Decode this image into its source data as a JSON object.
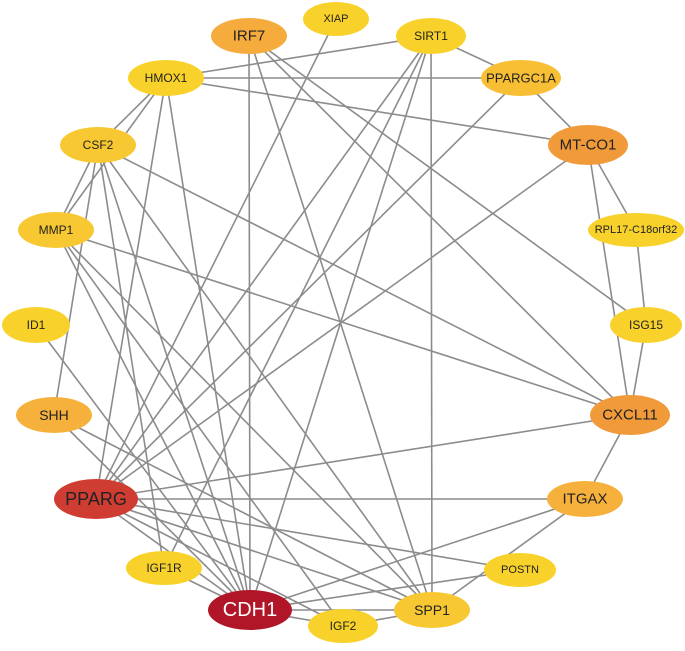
{
  "diagram": {
    "edge_color": "#8c8c8c",
    "nodes": [
      {
        "id": "XIAP",
        "label": "XIAP",
        "color": "#f8d22b",
        "text_color": "#222222"
      },
      {
        "id": "IRF7",
        "label": "IRF7",
        "color": "#f6ab3d",
        "text_color": "#222222"
      },
      {
        "id": "SIRT1",
        "label": "SIRT1",
        "color": "#f8d22b",
        "text_color": "#222222"
      },
      {
        "id": "HMOX1",
        "label": "HMOX1",
        "color": "#f8d22b",
        "text_color": "#222222"
      },
      {
        "id": "PPARGC1A",
        "label": "PPARGC1A",
        "color": "#f8bf34",
        "text_color": "#222222"
      },
      {
        "id": "CSF2",
        "label": "CSF2",
        "color": "#f8c832",
        "text_color": "#222222"
      },
      {
        "id": "MT-CO1",
        "label": "MT-CO1",
        "color": "#f09a3a",
        "text_color": "#222222"
      },
      {
        "id": "MMP1",
        "label": "MMP1",
        "color": "#f8c832",
        "text_color": "#222222"
      },
      {
        "id": "RPL17-C18orf32",
        "label": "RPL17-C18orf32",
        "color": "#f8d22b",
        "text_color": "#222222"
      },
      {
        "id": "ID1",
        "label": "ID1",
        "color": "#f8d22b",
        "text_color": "#222222"
      },
      {
        "id": "ISG15",
        "label": "ISG15",
        "color": "#f8d22b",
        "text_color": "#222222"
      },
      {
        "id": "SHH",
        "label": "SHH",
        "color": "#f6b13c",
        "text_color": "#222222"
      },
      {
        "id": "CXCL11",
        "label": "CXCL11",
        "color": "#f09a3a",
        "text_color": "#222222"
      },
      {
        "id": "PPARG",
        "label": "PPARG",
        "color": "#cf3c32",
        "text_color": "#222222"
      },
      {
        "id": "ITGAX",
        "label": "ITGAX",
        "color": "#f6b13c",
        "text_color": "#222222"
      },
      {
        "id": "IGF1R",
        "label": "IGF1R",
        "color": "#f8d22b",
        "text_color": "#222222"
      },
      {
        "id": "POSTN",
        "label": "POSTN",
        "color": "#f8d22b",
        "text_color": "#222222"
      },
      {
        "id": "CDH1",
        "label": "CDH1",
        "color": "#b01628",
        "text_color": "#ffffff"
      },
      {
        "id": "IGF2",
        "label": "IGF2",
        "color": "#f8d22b",
        "text_color": "#222222"
      },
      {
        "id": "SPP1",
        "label": "SPP1",
        "color": "#f8c832",
        "text_color": "#222222"
      }
    ],
    "edges": [
      [
        "HMOX1",
        "SIRT1"
      ],
      [
        "HMOX1",
        "PPARGC1A"
      ],
      [
        "HMOX1",
        "MT-CO1"
      ],
      [
        "HMOX1",
        "CSF2"
      ],
      [
        "HMOX1",
        "MMP1"
      ],
      [
        "HMOX1",
        "PPARG"
      ],
      [
        "HMOX1",
        "CDH1"
      ],
      [
        "IRF7",
        "ISG15"
      ],
      [
        "IRF7",
        "CXCL11"
      ],
      [
        "IRF7",
        "SPP1"
      ],
      [
        "IRF7",
        "CDH1"
      ],
      [
        "SIRT1",
        "PPARGC1A"
      ],
      [
        "SIRT1",
        "PPARG"
      ],
      [
        "SIRT1",
        "CDH1"
      ],
      [
        "SIRT1",
        "SPP1"
      ],
      [
        "SIRT1",
        "IGF1R"
      ],
      [
        "PPARGC1A",
        "MT-CO1"
      ],
      [
        "PPARGC1A",
        "PPARG"
      ],
      [
        "MT-CO1",
        "RPL17-C18orf32"
      ],
      [
        "MT-CO1",
        "PPARG"
      ],
      [
        "MT-CO1",
        "CXCL11"
      ],
      [
        "RPL17-C18orf32",
        "ISG15"
      ],
      [
        "ISG15",
        "CXCL11"
      ],
      [
        "CSF2",
        "MMP1"
      ],
      [
        "CSF2",
        "SHH"
      ],
      [
        "CSF2",
        "CXCL11"
      ],
      [
        "CSF2",
        "SPP1"
      ],
      [
        "CSF2",
        "CDH1"
      ],
      [
        "CSF2",
        "IGF1R"
      ],
      [
        "MMP1",
        "CXCL11"
      ],
      [
        "MMP1",
        "SPP1"
      ],
      [
        "MMP1",
        "CDH1"
      ],
      [
        "MMP1",
        "IGF2"
      ],
      [
        "ID1",
        "CDH1"
      ],
      [
        "SHH",
        "SPP1"
      ],
      [
        "SHH",
        "CDH1"
      ],
      [
        "CXCL11",
        "ITGAX"
      ],
      [
        "CXCL11",
        "PPARG"
      ],
      [
        "PPARG",
        "ITGAX"
      ],
      [
        "PPARG",
        "IGF2"
      ],
      [
        "PPARG",
        "CDH1"
      ],
      [
        "PPARG",
        "SPP1"
      ],
      [
        "PPARG",
        "POSTN"
      ],
      [
        "PPARG",
        "XIAP"
      ],
      [
        "ITGAX",
        "SPP1"
      ],
      [
        "ITGAX",
        "CDH1"
      ],
      [
        "POSTN",
        "CDH1"
      ],
      [
        "IGF1R",
        "CDH1"
      ],
      [
        "CDH1",
        "SPP1"
      ],
      [
        "CDH1",
        "IGF2"
      ],
      [
        "IGF2",
        "SPP1"
      ]
    ]
  }
}
